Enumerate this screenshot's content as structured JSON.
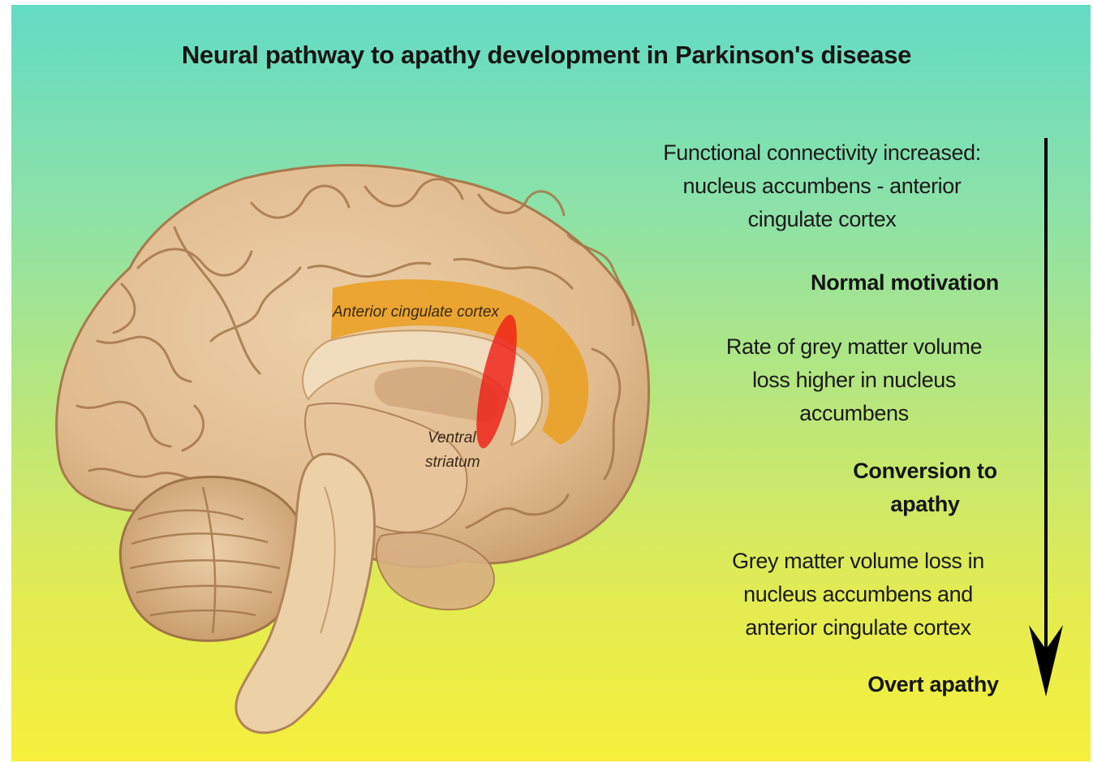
{
  "title": "Neural pathway to apathy development in Parkinson's disease",
  "brain": {
    "labels": {
      "acc": "Anterior cingulate cortex",
      "ventral_1": "Ventral",
      "ventral_2": "striatum"
    },
    "colors": {
      "tissue": "#e3bf94",
      "acc_highlight": "#eaa126",
      "striatum_highlight": "#ef1e17"
    }
  },
  "timeline": {
    "steps": [
      {
        "lines": [
          "Functional connectivity increased:",
          "nucleus accumbens - anterior",
          "cingulate cortex"
        ]
      },
      {
        "lines": [
          "Normal motivation"
        ]
      },
      {
        "lines": [
          "Rate of grey matter volume",
          "loss higher in nucleus",
          "accumbens"
        ]
      },
      {
        "lines": [
          "Conversion to",
          "apathy"
        ]
      },
      {
        "lines": [
          "Grey matter volume loss in",
          "nucleus accumbens and",
          "anterior cingulate cortex"
        ]
      },
      {
        "lines": [
          "Overt apathy"
        ]
      }
    ],
    "arrow": {
      "direction": "down",
      "color": "#000000"
    }
  }
}
